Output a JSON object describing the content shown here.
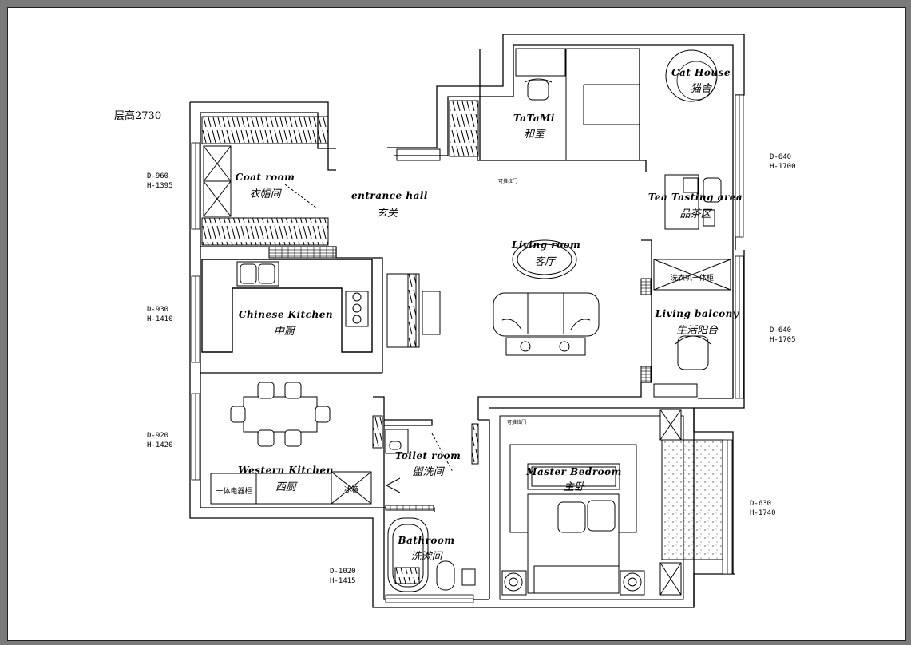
{
  "floor_height_label": "层高2730",
  "rooms": {
    "coat_room": {
      "en": "Coat room",
      "zh": "衣帽间"
    },
    "entrance_hall": {
      "en": "entrance hall",
      "zh": "玄关"
    },
    "tatami": {
      "en": "TaTaMi",
      "zh": "和室"
    },
    "cat_house": {
      "en": "Cat House",
      "zh": "猫舍"
    },
    "tea_tasting": {
      "en": "Tea Tasting area",
      "zh": "品茶区"
    },
    "living_room": {
      "en": "Living room",
      "zh": "客厅"
    },
    "chinese_kitchen": {
      "en": "Chinese Kitchen",
      "zh": "中厨"
    },
    "living_balcony": {
      "en": "Living balcony",
      "zh": "生活阳台"
    },
    "western_kitchen": {
      "en": "Western Kitchen",
      "zh": "西厨"
    },
    "toilet_room": {
      "en": "Toilet room",
      "zh": "盥洗间"
    },
    "bathroom": {
      "en": "Bathroom",
      "zh": "洗漱间"
    },
    "master_bedroom": {
      "en": "Master Bedroom",
      "zh": "主卧"
    }
  },
  "appliances": {
    "washer": "洗衣机一体柜",
    "integrated_cabinet": "一体电器柜",
    "fridge": "冰箱"
  },
  "door_notes": {
    "tatami_door": "可推拉门",
    "bedroom_door": "可推拉门"
  },
  "window_dimensions": {
    "left_top": {
      "d": "D-960",
      "h": "H-1395"
    },
    "left_mid": {
      "d": "D-930",
      "h": "H-1410"
    },
    "left_bottom": {
      "d": "D-920",
      "h": "H-1420"
    },
    "bottom": {
      "d": "D-1020",
      "h": "H-1415"
    },
    "right_top": {
      "d": "D-640",
      "h": "H-1700"
    },
    "right_mid": {
      "d": "D-640",
      "h": "H-1705"
    },
    "right_bottom": {
      "d": "D-630",
      "h": "H-1740"
    }
  }
}
